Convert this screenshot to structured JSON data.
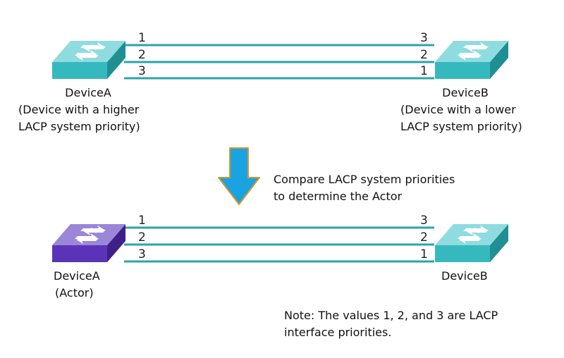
{
  "colors": {
    "link": "#2aa5a8",
    "switch_teal_top": "#8fdce0",
    "switch_teal_front": "#36b9be",
    "switch_teal_side": "#1f8f94",
    "switch_purple_top": "#9b86d8",
    "switch_purple_front": "#5b33b8",
    "switch_purple_side": "#3f2088",
    "arrow_fill": "#1aa3e0",
    "arrow_stroke": "#d9962b"
  },
  "top": {
    "deviceA": {
      "name": "DeviceA",
      "desc_line1": "(Device with a higher",
      "desc_line2": "LACP system priority)",
      "icon": "switch-icon"
    },
    "deviceB": {
      "name": "DeviceB",
      "desc_line1": "(Device with a lower",
      "desc_line2": "LACP system priority)",
      "icon": "switch-icon"
    },
    "links": [
      {
        "left": "1",
        "right": "3"
      },
      {
        "left": "2",
        "right": "2"
      },
      {
        "left": "3",
        "right": "1"
      }
    ]
  },
  "middle": {
    "arrow_icon": "down-arrow-icon",
    "caption_line1": "Compare LACP system priorities",
    "caption_line2": "to determine the Actor"
  },
  "bottom": {
    "deviceA": {
      "name": "DeviceA",
      "role": "(Actor)",
      "icon": "switch-icon"
    },
    "deviceB": {
      "name": "DeviceB",
      "icon": "switch-icon"
    },
    "links": [
      {
        "left": "1",
        "right": "3"
      },
      {
        "left": "2",
        "right": "2"
      },
      {
        "left": "3",
        "right": "1"
      }
    ]
  },
  "note": {
    "line1": "Note: The values 1, 2, and 3 are LACP",
    "line2": "interface priorities."
  }
}
